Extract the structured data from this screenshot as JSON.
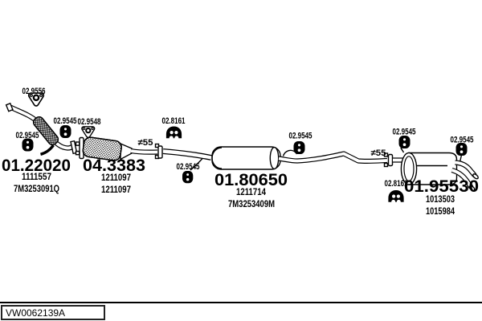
{
  "assemblies": [
    {
      "name": "front pipe",
      "part_number": "01.22020",
      "oem_numbers": [
        "1111557",
        "7M3253091Q"
      ]
    },
    {
      "name": "catalytic converter",
      "part_number": "04.3383",
      "oem_numbers": [
        "1211097",
        "1211097"
      ]
    },
    {
      "name": "centre muffler",
      "part_number": "01.80650",
      "oem_numbers": [
        "1211714",
        "7M3253409M"
      ]
    },
    {
      "name": "rear muffler",
      "part_number": "01.95530",
      "oem_numbers": [
        "1013503",
        "1015984"
      ]
    }
  ],
  "fittings": [
    {
      "part_number": "02.9556",
      "type": "flange gasket"
    },
    {
      "part_number": "02.9545",
      "type": "rubber hanger"
    },
    {
      "part_number": "02.9545",
      "type": "rubber hanger"
    },
    {
      "part_number": "02.9548",
      "type": "flange gasket"
    },
    {
      "part_number": "02.8161",
      "type": "pipe clamp"
    },
    {
      "part_number": "02.9545",
      "type": "rubber hanger"
    },
    {
      "part_number": "02.9545",
      "type": "rubber hanger"
    },
    {
      "part_number": "02.9545",
      "type": "rubber hanger"
    },
    {
      "part_number": "02.9545",
      "type": "rubber hanger"
    },
    {
      "part_number": "02.8161",
      "type": "pipe clamp"
    }
  ],
  "pipe_diameter_labels": [
    "≠55",
    "≠55"
  ],
  "footer": {
    "drawing_code": "VW0062139A"
  },
  "colors": {
    "line": "#000000",
    "background": "#ffffff",
    "text": "#000000"
  }
}
